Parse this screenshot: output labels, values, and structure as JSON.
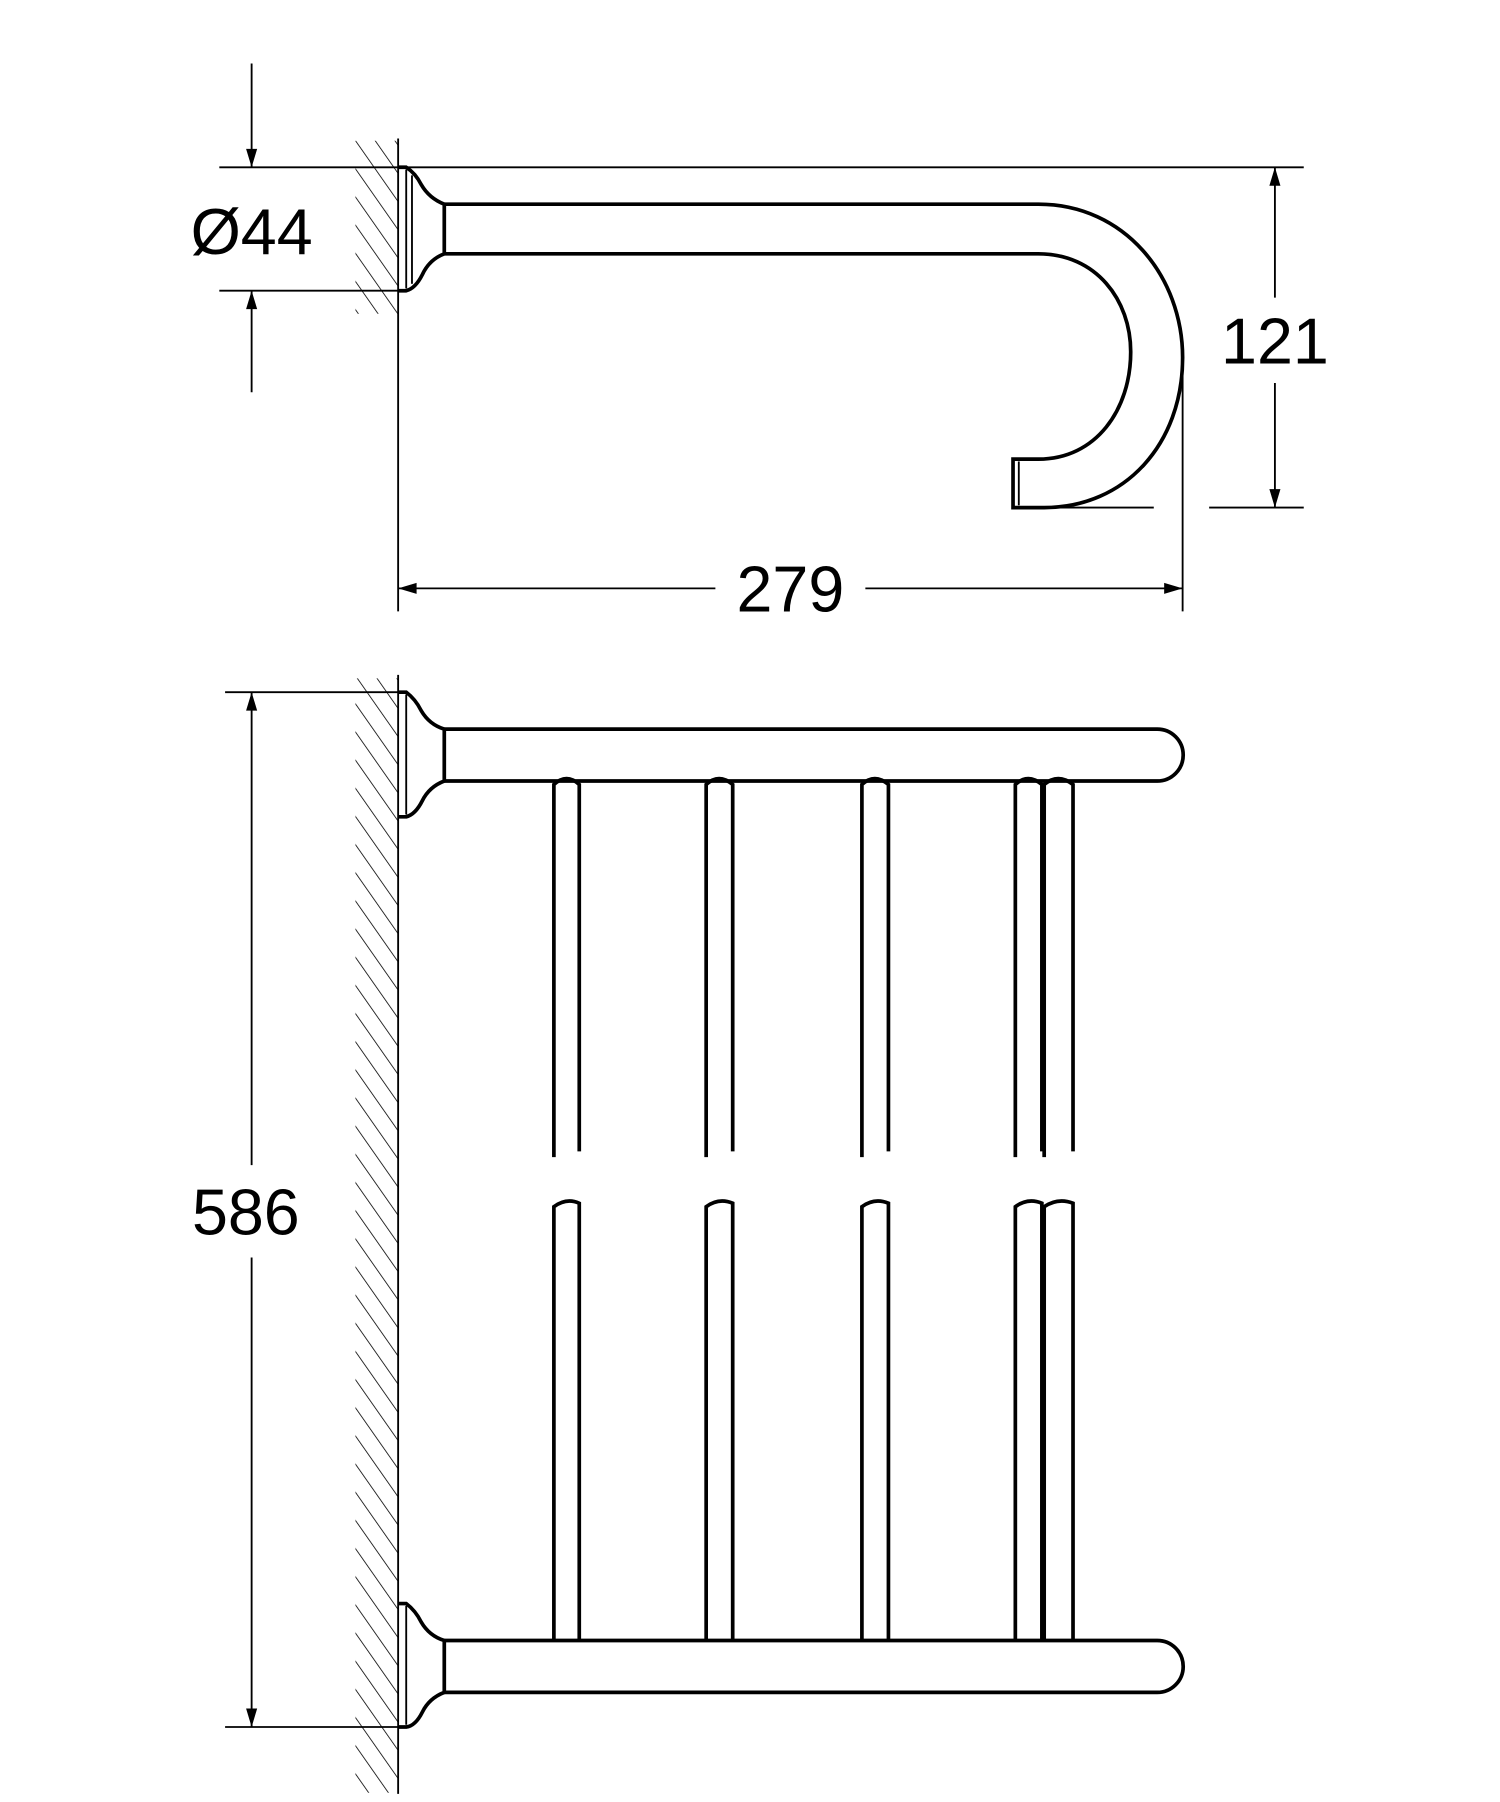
{
  "drawing": {
    "side_view": {
      "diameter_label": "Ø44",
      "height_label": "121",
      "depth_label": "279"
    },
    "top_view": {
      "length_label": "586"
    },
    "line_color": "#000000",
    "background": "#ffffff"
  }
}
